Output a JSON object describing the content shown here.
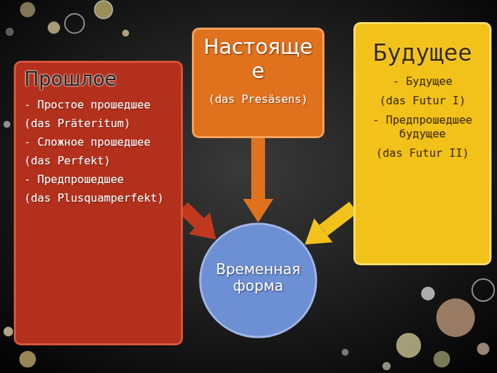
{
  "diagram": {
    "nodes": [
      {
        "text": [
          "Прошлое",
          "- Простое прошедшее",
          "(das Präteritum)",
          "- Сложное прошедшее",
          "(das Perfekt)",
          "- Предпрошедшее",
          "(das Plusquamperfekt)"
        ]
      },
      {
        "text": [
          "Настояще е",
          "(das Presäsens)"
        ]
      },
      {
        "text": [
          "Будущее",
          "- Будущее",
          "(das Futur I)",
          "- Предпрошедшее будущее",
          "(das Futur II)"
        ]
      },
      {
        "text": [
          "Временная форма"
        ]
      }
    ],
    "edges": [
      {
        "from": 0,
        "to": 3,
        "arrow": "to"
      },
      {
        "from": 1,
        "to": 3,
        "arrow": "to"
      },
      {
        "from": 2,
        "to": 3,
        "arrow": "to"
      }
    ]
  }
}
